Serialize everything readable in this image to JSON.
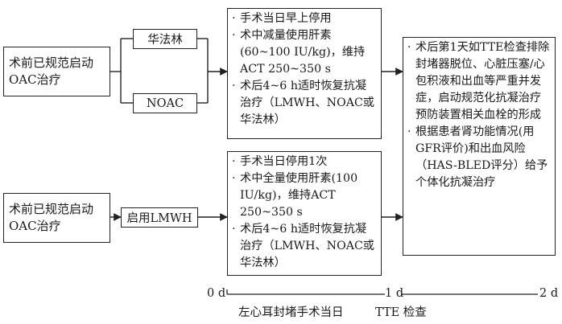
{
  "left_boxes": {
    "top": "术前已规范启动OAC治疗",
    "bottom": "术前已规范启动OAC治疗"
  },
  "branches": {
    "warfarin": "华法林",
    "noac": "NOAC",
    "lmwh": "启用LMWH"
  },
  "procedure_top": [
    "手术当日早上停用",
    "术中减量使用肝素(60~100 IU/kg)，维持ACT 250~350 s",
    "术后4~6 h适时恢复抗凝治疗（LMWH、NOAC或华法林）"
  ],
  "procedure_bottom": [
    "手术当日停用1次",
    "术中全量使用肝素(100 IU/kg)，维持ACT 250~350 s",
    "术后4~6 h适时恢复抗凝治疗（LMWH、NOAC或华法林）"
  ],
  "postop": [
    "术后第1天如TTE检查排除封堵器脱位、心脏压塞/心包积液和出血等严重并发症，启动规范化抗凝治疗预防装置相关血栓的形成",
    "根据患者肾功能情况(用GFR评价)和出血风险（HAS-BLED评分）给予个体化抗凝治疗"
  ],
  "timeline": {
    "t0": "0 d",
    "t1": "1 d",
    "t2": "2 d",
    "label_surgery": "左心耳封堵手术当日",
    "label_tte": "TTE 检查"
  }
}
